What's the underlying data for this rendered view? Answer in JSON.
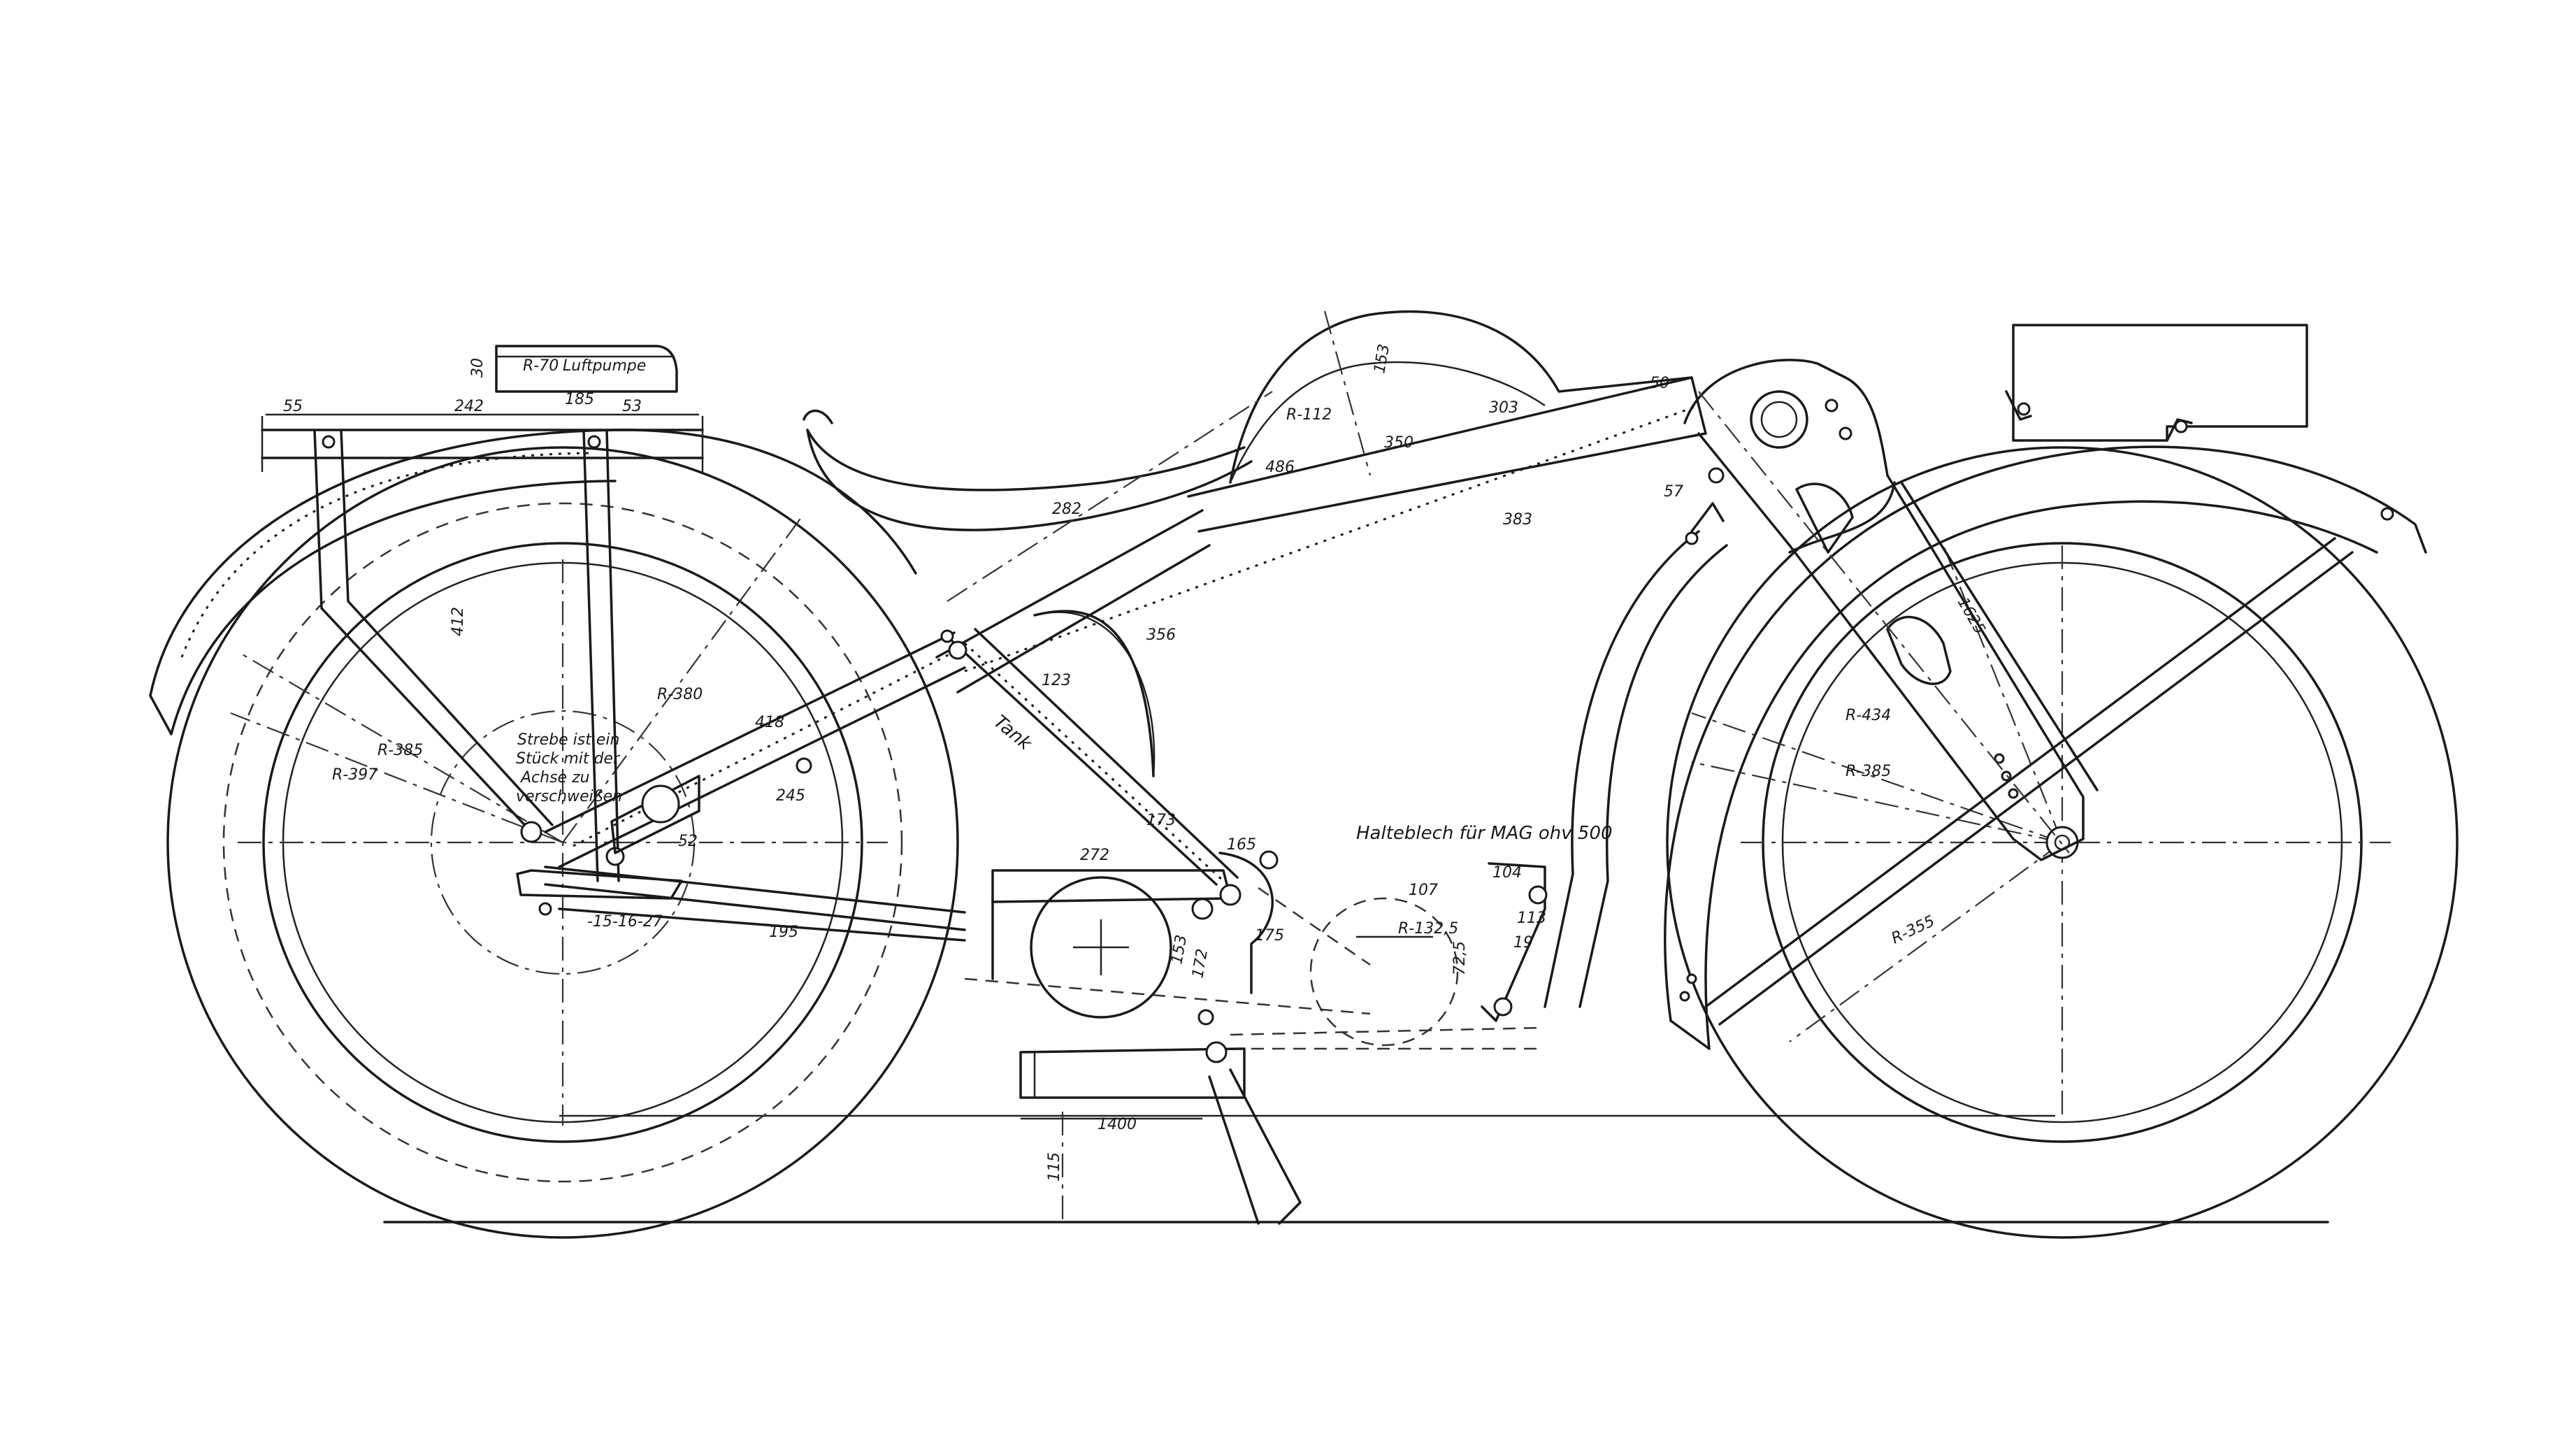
{
  "dimensions": {
    "rack_a": "55",
    "rack_b": "242",
    "rack_c": "53",
    "rack_d": "412",
    "box_label": "Luftpumpe",
    "box_dim": "185",
    "box_side": "30",
    "box_r": "R-70",
    "tank_h": "153",
    "tank_len": "303",
    "tank_r": "R-112",
    "tank_h2": "350",
    "tank_w": "486",
    "top_50": "50",
    "frame_383": "383",
    "frame_57": "57",
    "frame_356": "356",
    "seat_282": "282",
    "r_380": "R-380",
    "r_385_rear": "R-385",
    "r_397": "R-397",
    "rear_418": "418",
    "rear_52": "52",
    "d_245": "245",
    "d_123": "123",
    "d_173": "173",
    "d_272": "272",
    "d_165": "165",
    "d_175": "175",
    "d_172": "172",
    "d_153": "153",
    "chain_195": "195",
    "chain_nums": "-15-16-27",
    "d_107": "107",
    "d_104": "104",
    "r_1325": "R-132,5",
    "d_725": "72,5",
    "d_113": "113",
    "d_19": "19",
    "stand_1400": "1400",
    "stand_115": "115",
    "fork_1625": "1625",
    "r_434": "R-434",
    "r_385_front": "R-385",
    "r_355": "R-355"
  },
  "notes": {
    "hub_note_1": "Strebe ist ein",
    "hub_note_2": "Stück mit der",
    "hub_note_3": "Achse zu",
    "hub_note_4": "verschweißen",
    "engine_plate": "Halteblech für MAG ohv 500",
    "tank_side": "Tank"
  }
}
